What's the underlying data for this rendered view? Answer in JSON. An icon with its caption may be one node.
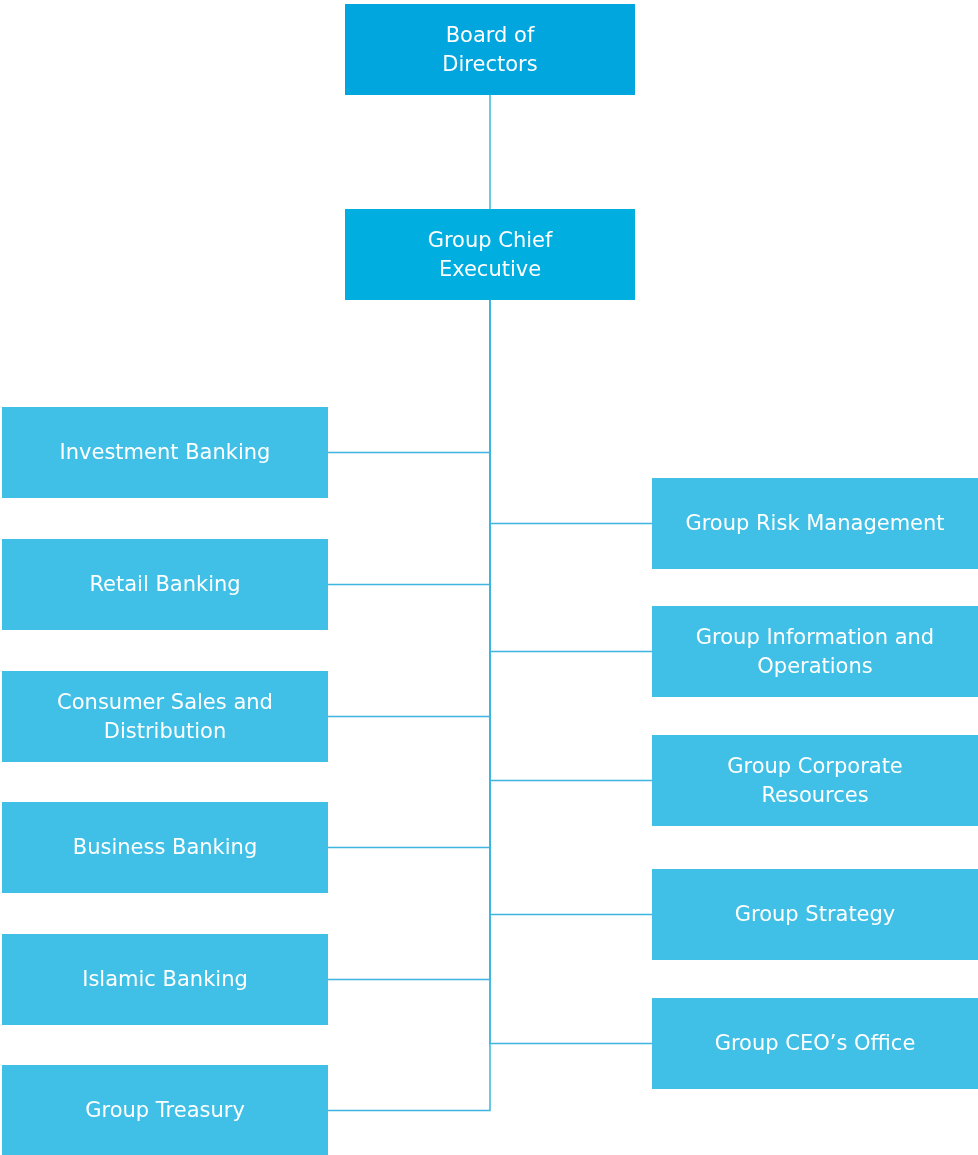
{
  "diagram": {
    "nodes": [
      {
        "text": [
          "Board of Directors"
        ]
      },
      {
        "text": [
          "Group Chief Executive"
        ]
      },
      {
        "text": [
          "Investment Banking"
        ]
      },
      {
        "text": [
          "Retail Banking"
        ]
      },
      {
        "text": [
          "Consumer Sales and Distribution"
        ]
      },
      {
        "text": [
          "Business Banking"
        ]
      },
      {
        "text": [
          "Islamic Banking"
        ]
      },
      {
        "text": [
          "Group Treasury"
        ]
      },
      {
        "text": [
          "Group Risk Management"
        ]
      },
      {
        "text": [
          "Group Information and Operations"
        ]
      },
      {
        "text": [
          "Group Corporate Resources"
        ]
      },
      {
        "text": [
          "Group Strategy"
        ]
      },
      {
        "text": [
          "Group CEO’s Office"
        ]
      }
    ],
    "edges": [
      {
        "from": 0,
        "to": 1,
        "arrow": "none"
      },
      {
        "from": 1,
        "to": 2,
        "arrow": "none"
      },
      {
        "from": 1,
        "to": 3,
        "arrow": "none"
      },
      {
        "from": 1,
        "to": 4,
        "arrow": "none"
      },
      {
        "from": 1,
        "to": 5,
        "arrow": "none"
      },
      {
        "from": 1,
        "to": 6,
        "arrow": "none"
      },
      {
        "from": 1,
        "to": 7,
        "arrow": "none"
      },
      {
        "from": 1,
        "to": 8,
        "arrow": "none"
      },
      {
        "from": 1,
        "to": 9,
        "arrow": "none"
      },
      {
        "from": 1,
        "to": 10,
        "arrow": "none"
      },
      {
        "from": 1,
        "to": 11,
        "arrow": "none"
      },
      {
        "from": 1,
        "to": 12,
        "arrow": "none"
      }
    ]
  }
}
